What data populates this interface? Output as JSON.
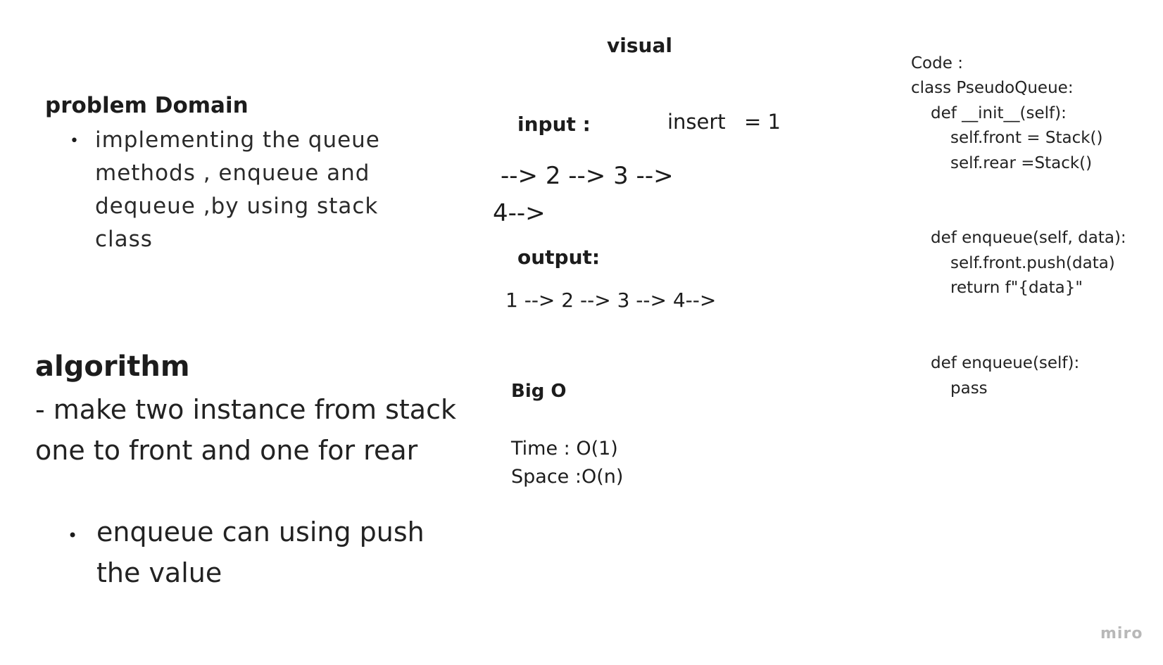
{
  "problem_domain": {
    "title": "problem Domain",
    "bullet": "•",
    "lines": [
      "implementing the queue",
      "methods , enqueue and",
      "dequeue ,by using stack",
      "class"
    ]
  },
  "algorithm": {
    "title": "algorithm",
    "dash_line": "-   make two instance from stack",
    "dash_line_cont": "one to front and one for rear",
    "bullet": "•",
    "bullet_lines": [
      "enqueue can using push",
      "the value"
    ]
  },
  "visual": {
    "title": "visual",
    "input_label": "input :",
    "insert_text": "insert",
    "insert_value": "= 1",
    "input_seq_line1": "--> 2 --> 3 -->",
    "input_seq_line2": "4-->",
    "output_label": "output:",
    "output_seq": "1 --> 2 --> 3 --> 4-->"
  },
  "big_o": {
    "title": "Big O",
    "time": "Time : O(1)",
    "space": "Space :O(n)"
  },
  "code": {
    "lines": [
      "Code :",
      "class PseudoQueue:",
      "def __init__(self):",
      "self.front = Stack()",
      "self.rear =Stack()",
      "def enqueue(self, data):",
      "self.front.push(data)",
      "return f\"{data}\"",
      "def enqueue(self):",
      "pass"
    ]
  },
  "watermark": "miro"
}
